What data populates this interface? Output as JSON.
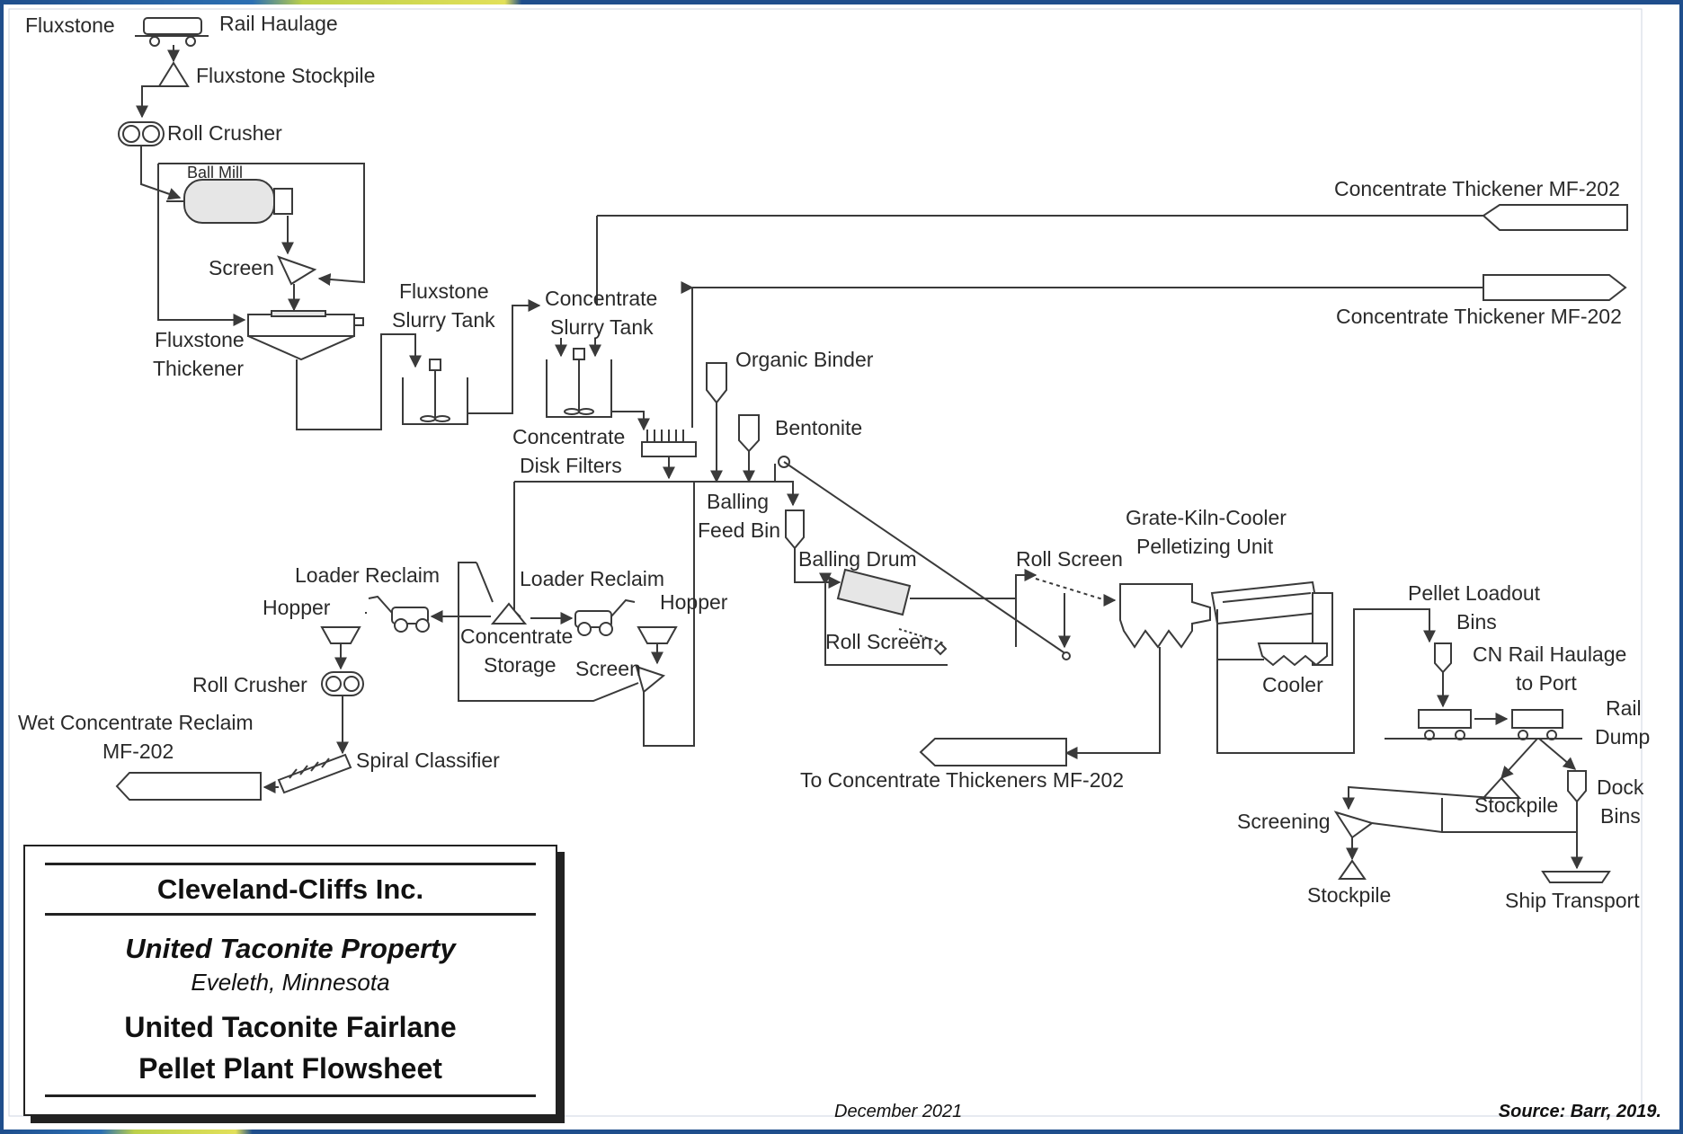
{
  "labels": {
    "fluxstone": "Fluxstone",
    "rail_haulage": "Rail Haulage",
    "fluxstone_stockpile": "Fluxstone Stockpile",
    "roll_crusher_top": "Roll Crusher",
    "ball_mill": "Ball Mill",
    "screen_top": "Screen",
    "fluxstone_thickener_1": "Fluxstone",
    "fluxstone_thickener_2": "Thickener",
    "fluxstone_slurry_1": "Fluxstone",
    "fluxstone_slurry_2": "Slurry Tank",
    "concentrate_slurry_1": "Concentrate",
    "concentrate_slurry_2": "Slurry Tank",
    "concentrate_thickener_upper": "Concentrate Thickener MF-202",
    "concentrate_thickener_lower": "Concentrate Thickener MF-202",
    "organic_binder": "Organic Binder",
    "bentonite": "Bentonite",
    "disk_filters_1": "Concentrate",
    "disk_filters_2": "Disk Filters",
    "balling_feed_1": "Balling",
    "balling_feed_2": "Feed Bin",
    "balling_drum": "Balling Drum",
    "roll_screen_drum": "Roll Screen",
    "roll_screen_kiln": "Roll Screen",
    "grate_kiln_1": "Grate-Kiln-Cooler",
    "grate_kiln_2": "Pelletizing Unit",
    "cooler": "Cooler",
    "pellet_loadout_1": "Pellet Loadout",
    "pellet_loadout_2": "Bins",
    "cn_rail_1": "CN Rail Haulage",
    "cn_rail_2": "to Port",
    "rail_dump_1": "Rail",
    "rail_dump_2": "Dump",
    "stockpile_mid": "Stockpile",
    "dock_bins_1": "Dock",
    "dock_bins_2": "Bins",
    "screening": "Screening",
    "stockpile_low": "Stockpile",
    "ship_transport": "Ship Transport",
    "to_thickeners": "To Concentrate Thickeners MF-202",
    "loader_reclaim_left": "Loader Reclaim",
    "hopper_left": "Hopper",
    "loader_reclaim_right": "Loader Reclaim",
    "hopper_right": "Hopper",
    "concentrate_storage_1": "Concentrate",
    "concentrate_storage_2": "Storage",
    "screen_low": "Screen",
    "roll_crusher_low": "Roll Crusher",
    "wet_reclaim_1": "Wet Concentrate Reclaim",
    "wet_reclaim_2": "MF-202",
    "spiral_classifier": "Spiral Classifier"
  },
  "titlebox": {
    "company": "Cleveland-Cliffs Inc.",
    "property": "United Taconite Property",
    "location": "Eveleth, Minnesota",
    "title_line1": "United Taconite Fairlane",
    "title_line2": "Pellet Plant Flowsheet"
  },
  "footer": {
    "date": "December 2021",
    "source": "Source:  Barr, 2019."
  },
  "colors": {
    "frame": "#1f4e8c",
    "accent": "#bcd04a"
  }
}
